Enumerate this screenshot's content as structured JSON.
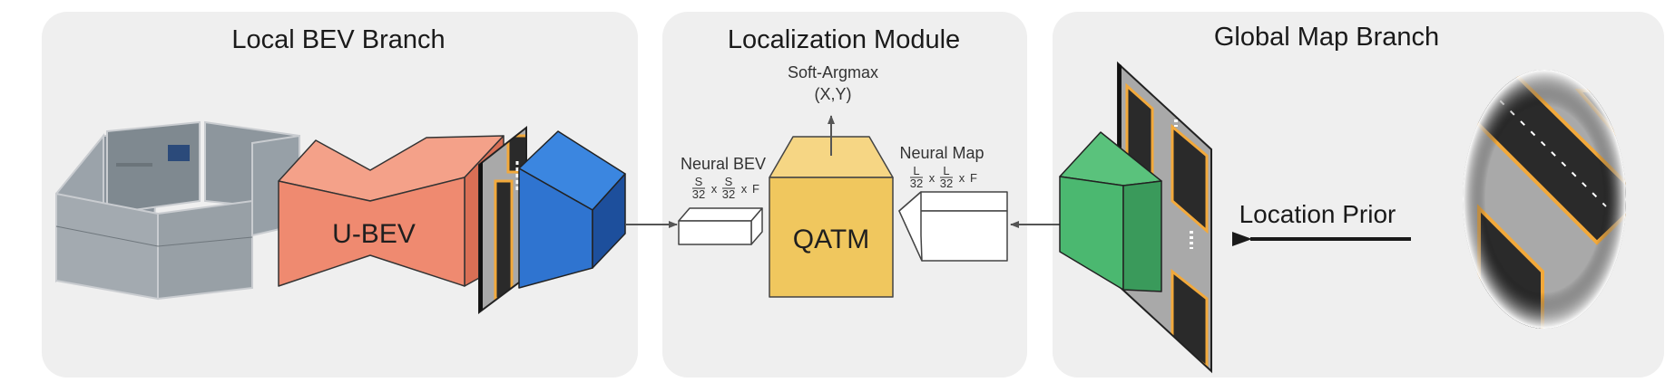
{
  "panels": {
    "local": {
      "title": "Local BEV Branch"
    },
    "localization": {
      "title": "Localization Module"
    },
    "global": {
      "title": "Global Map Branch"
    }
  },
  "blocks": {
    "ubev": "U-BEV",
    "qatm": "QATM"
  },
  "labels": {
    "soft_argmax": "Soft-Argmax",
    "xy": "(X,Y)",
    "neural_bev": "Neural BEV",
    "neural_map": "Neural Map",
    "location_prior": "Location Prior"
  },
  "dims": {
    "bev": {
      "num1": "S",
      "num2": "S",
      "den": "32",
      "times": "x",
      "f": "F"
    },
    "map": {
      "num1": "L",
      "num2": "L",
      "den": "32",
      "times": "x",
      "f": "F"
    }
  },
  "colors": {
    "panel_bg": "#efefef",
    "ubev": "#ef8a70",
    "blue_cube": "#2f74d0",
    "green_cube": "#4bb870",
    "qatm": "#f0c75e",
    "road_line": "#f2a93b",
    "road_dark": "#2a2a2a",
    "road_gray": "#a9a9a9"
  }
}
